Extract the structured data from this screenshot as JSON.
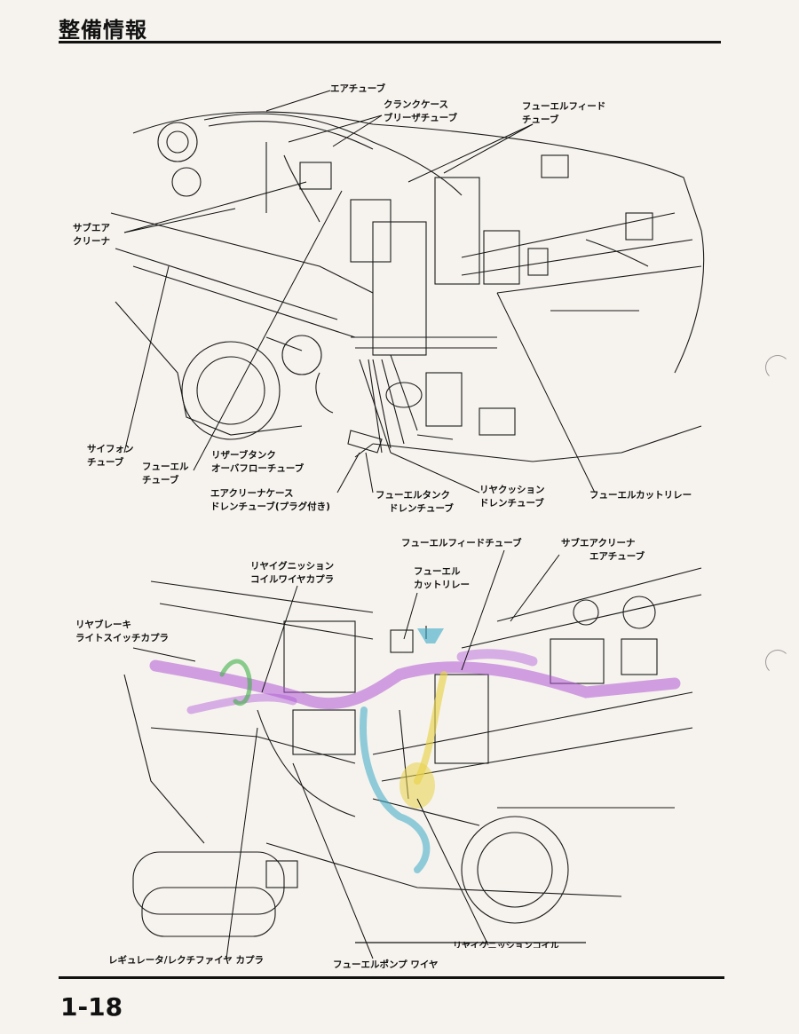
{
  "header": {
    "title": "整備情報"
  },
  "footer": {
    "page_number": "1-18"
  },
  "top_diagram": {
    "labels": {
      "air_tube": "エアチューブ",
      "crankcase_breather_1": "クランクケース",
      "crankcase_breather_2": "ブリーザチューブ",
      "fuel_feed_1": "フューエルフィード",
      "fuel_feed_2": "チューブ",
      "sub_air_cleaner_1": "サブエア",
      "sub_air_cleaner_2": "クリーナ",
      "siphon_tube_1": "サイフォン",
      "siphon_tube_2": "チューブ",
      "fuel_tube_1": "フューエル",
      "fuel_tube_2": "チューブ",
      "reserve_tank_1": "リザーブタンク",
      "reserve_tank_2": "オーバフローチューブ",
      "air_cleaner_drain_1": "エアクリーナケース",
      "air_cleaner_drain_2": "ドレンチューブ(プラグ付き)",
      "fuel_tank_drain_1": "フューエルタンク",
      "fuel_tank_drain_2": "ドレンチューブ",
      "rear_cushion_drain_1": "リヤクッション",
      "rear_cushion_drain_2": "ドレンチューブ",
      "fuel_cut_relay": "フューエルカットリレー"
    }
  },
  "bottom_diagram": {
    "labels": {
      "fuel_feed_tube": "フューエルフィードチューブ",
      "sub_air_cleaner_1": "サブエアクリーナ",
      "sub_air_cleaner_2": "エアチューブ",
      "rear_ignition_1": "リヤイグニッション",
      "rear_ignition_2": "コイルワイヤカプラ",
      "fuel_cut_relay_1": "フューエル",
      "fuel_cut_relay_2": "カットリレー",
      "rear_brake_1": "リヤブレーキ",
      "rear_brake_2": "ライトスイッチカプラ",
      "rear_ignition_coil": "リヤイグニッションコイル",
      "regulator": "レギュレータ/レクチファイヤ カプラ",
      "fuel_pump_wire": "フューエルポンプ ワイヤ"
    }
  },
  "colors": {
    "ink": "#111111",
    "highlight_purple": "#b058d6",
    "highlight_blue": "#3aa8c8",
    "highlight_yellow": "#e8d24a",
    "highlight_green": "#3fb04a"
  }
}
